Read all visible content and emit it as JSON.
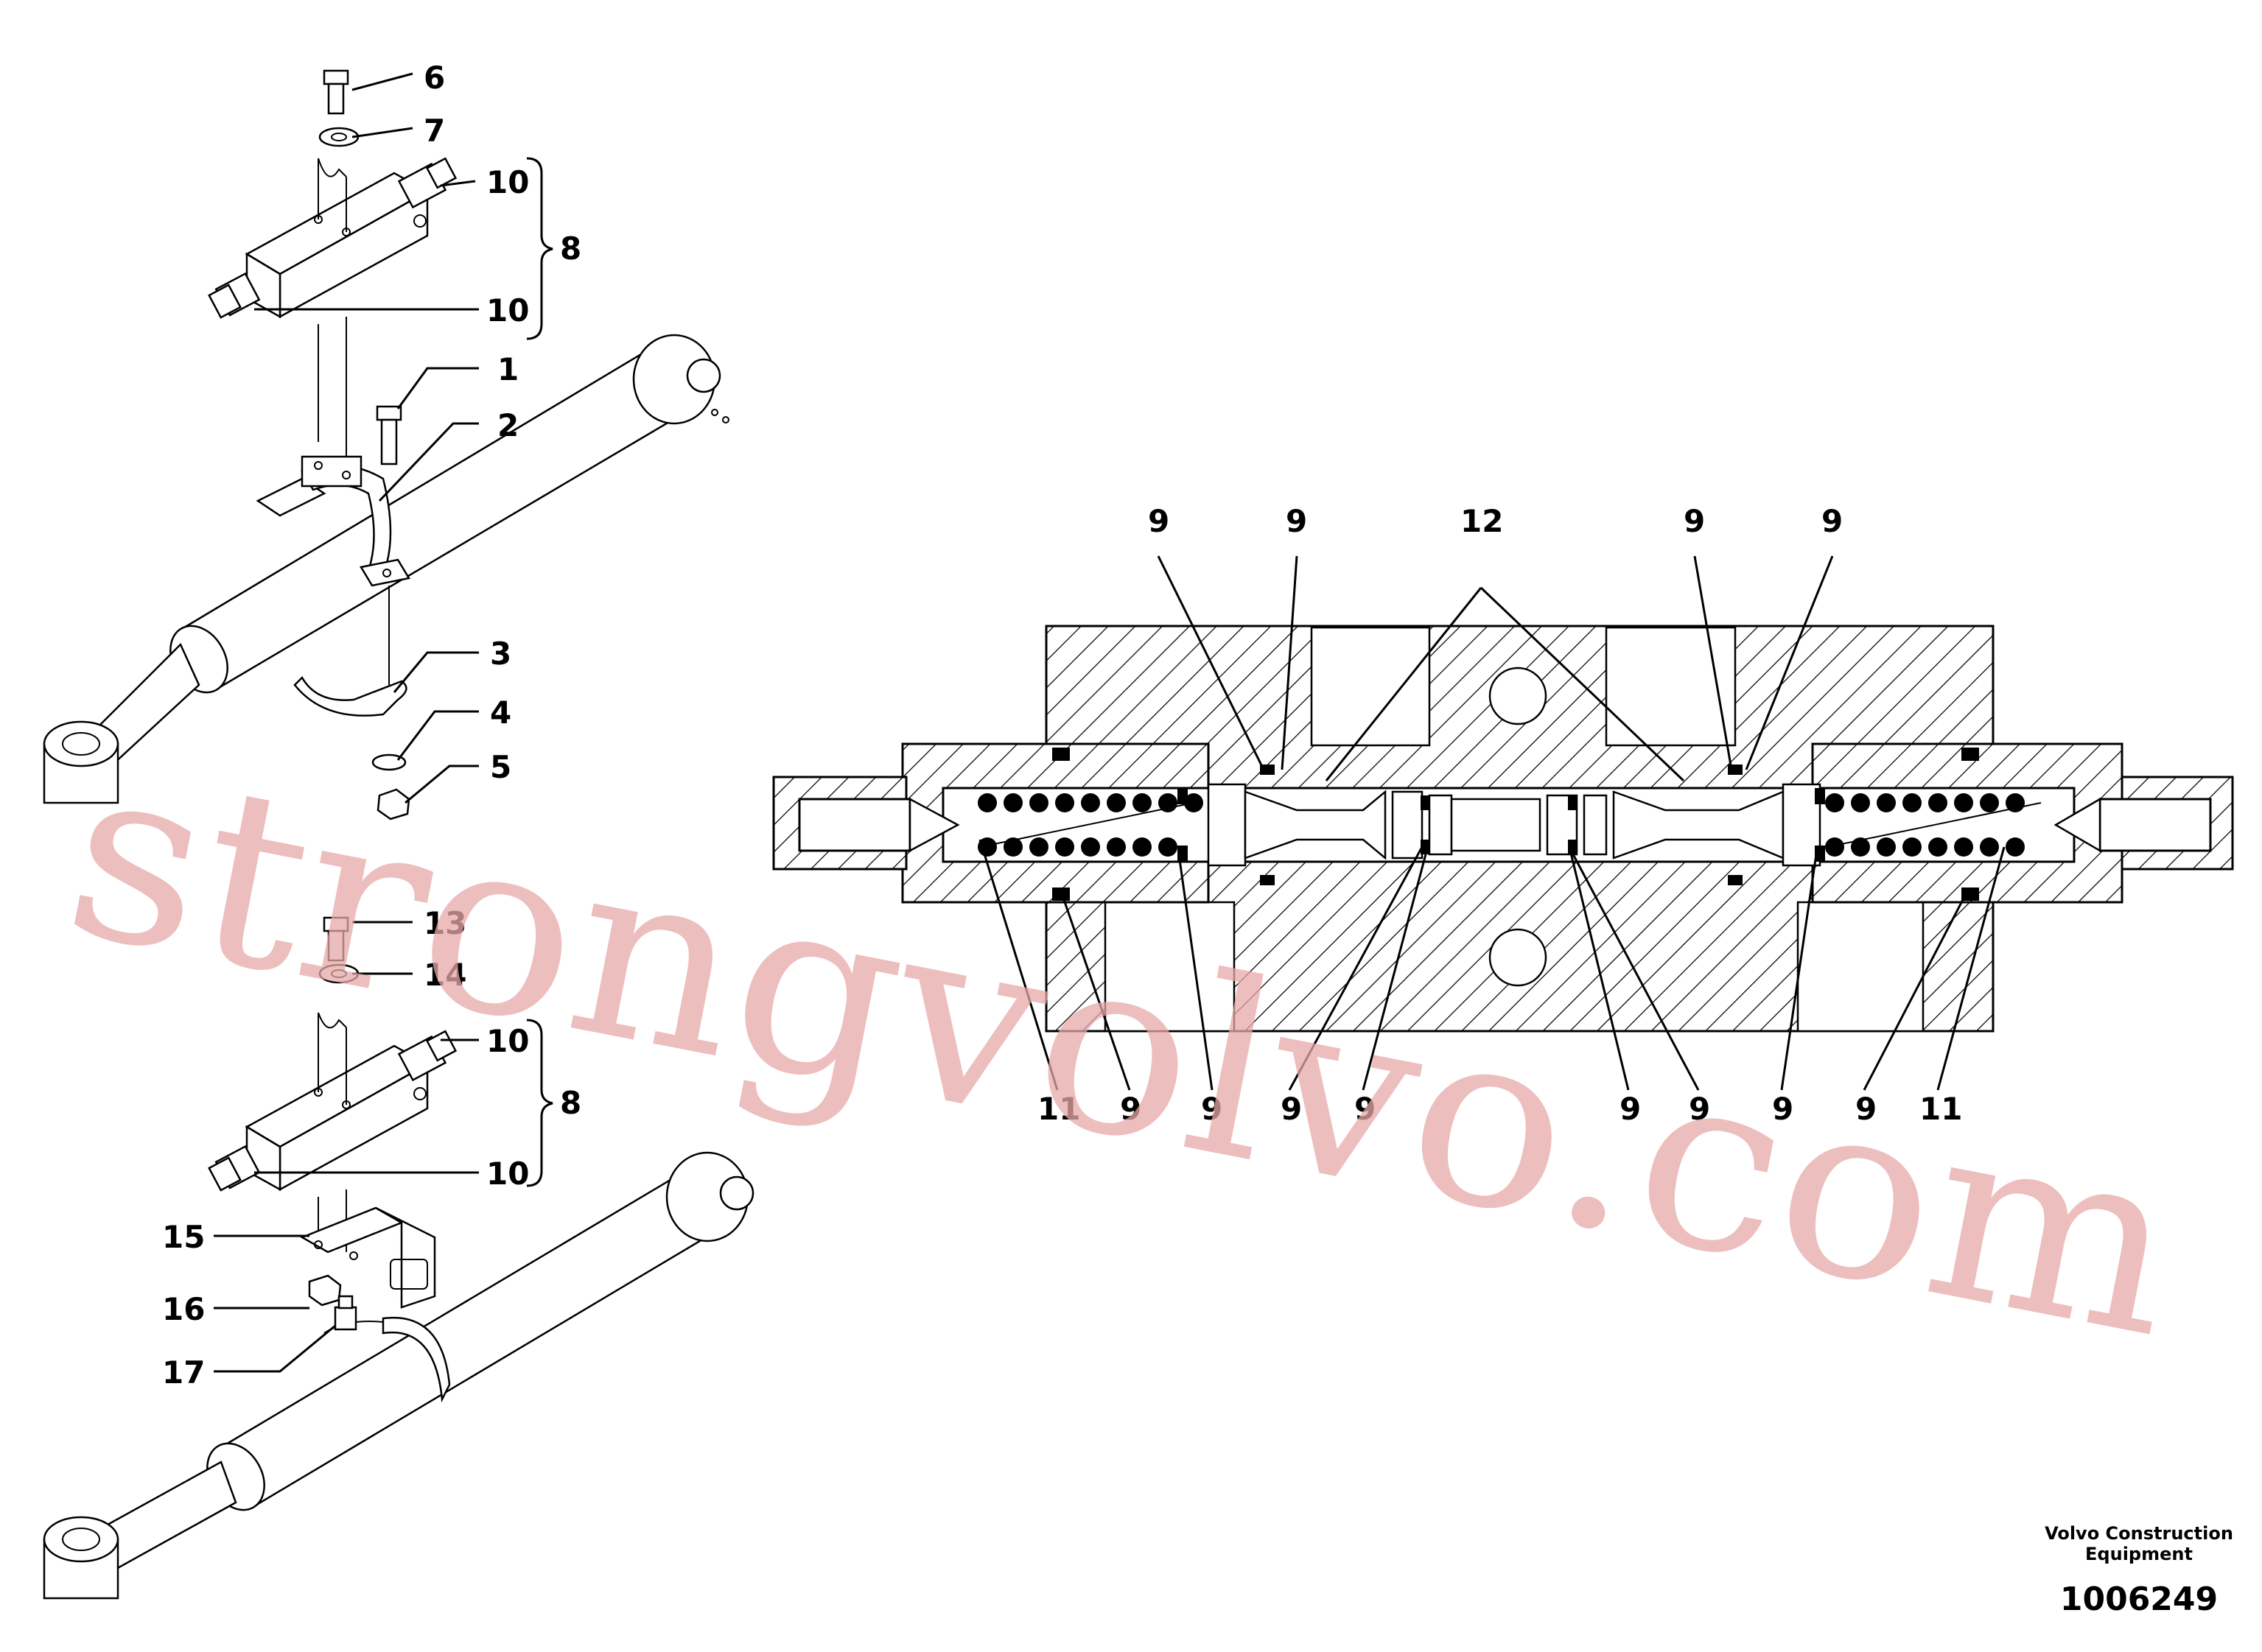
{
  "callouts_left": [
    "6",
    "7",
    "10",
    "8",
    "10",
    "1",
    "2",
    "3",
    "4",
    "5",
    "13",
    "14",
    "10",
    "8",
    "10",
    "15",
    "16",
    "17"
  ],
  "callouts_valve_top": [
    "9",
    "9",
    "12",
    "9",
    "9"
  ],
  "callouts_valve_bottom": [
    "11",
    "9",
    "9",
    "9",
    "9",
    "9",
    "9",
    "9",
    "9",
    "11"
  ],
  "watermark": "strongvolvo.com",
  "footer": {
    "brand_line1": "Volvo Construction",
    "brand_line2": "Equipment",
    "drawing_number": "1006249"
  }
}
